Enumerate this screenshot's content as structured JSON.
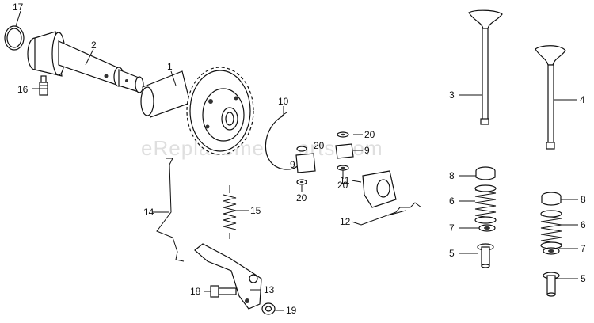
{
  "diagram": {
    "watermark": "eReplacementParts.com",
    "callouts": [
      {
        "id": "c17a",
        "label": "17"
      },
      {
        "id": "c2",
        "label": "2"
      },
      {
        "id": "c16",
        "label": "16"
      },
      {
        "id": "c1",
        "label": "1"
      },
      {
        "id": "c10",
        "label": "10"
      },
      {
        "id": "c20a",
        "label": "20"
      },
      {
        "id": "c20b",
        "label": "20"
      },
      {
        "id": "c9a",
        "label": "9"
      },
      {
        "id": "c9b",
        "label": "9"
      },
      {
        "id": "c20c",
        "label": "20"
      },
      {
        "id": "c20d",
        "label": "20"
      },
      {
        "id": "c11",
        "label": "11"
      },
      {
        "id": "c12",
        "label": "12"
      },
      {
        "id": "c14",
        "label": "14"
      },
      {
        "id": "c15",
        "label": "15"
      },
      {
        "id": "c13",
        "label": "13"
      },
      {
        "id": "c18",
        "label": "18"
      },
      {
        "id": "c19",
        "label": "19"
      },
      {
        "id": "c3",
        "label": "3"
      },
      {
        "id": "c4",
        "label": "4"
      },
      {
        "id": "c8a",
        "label": "8"
      },
      {
        "id": "c6a",
        "label": "6"
      },
      {
        "id": "c7a",
        "label": "7"
      },
      {
        "id": "c5a",
        "label": "5"
      },
      {
        "id": "c8b",
        "label": "8"
      },
      {
        "id": "c6b",
        "label": "6"
      },
      {
        "id": "c7b",
        "label": "7"
      },
      {
        "id": "c5b",
        "label": "5"
      }
    ]
  }
}
